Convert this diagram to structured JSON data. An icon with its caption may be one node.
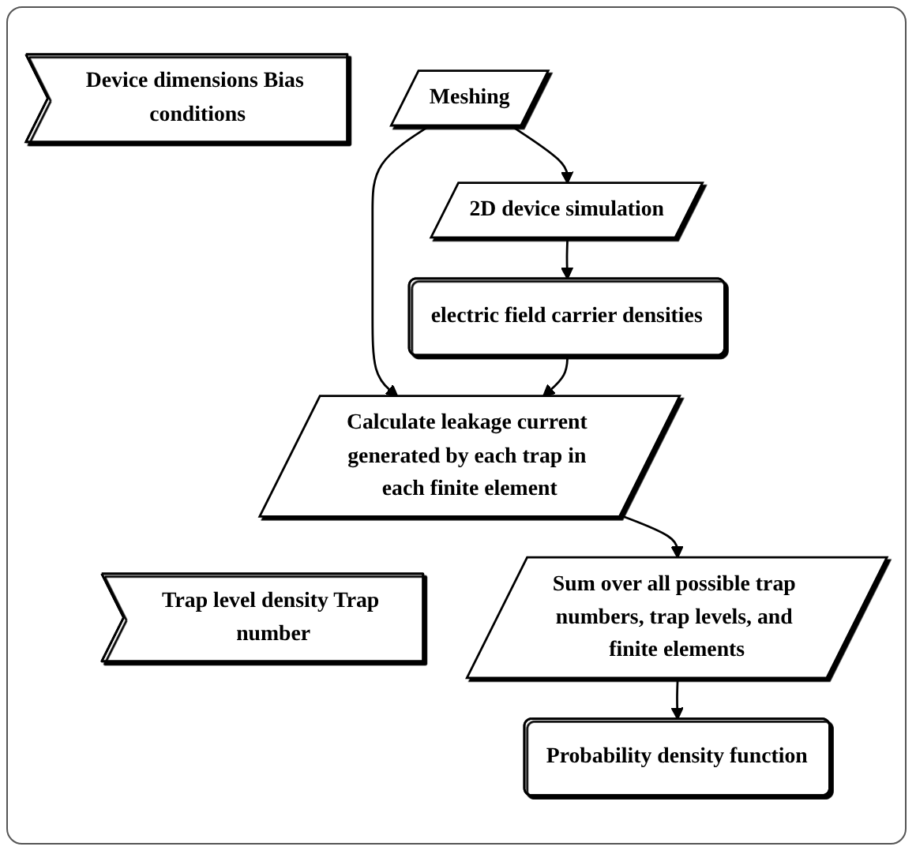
{
  "diagram": {
    "nodes": [
      {
        "text": [
          "Device dimensions Bias conditions"
        ]
      },
      {
        "text": [
          "Meshing"
        ]
      },
      {
        "text": [
          "2D device simulation"
        ]
      },
      {
        "text": [
          "electric field carrier densities"
        ]
      },
      {
        "text": [
          "Calculate leakage current generated by each trap in each finite element"
        ]
      },
      {
        "text": [
          "Trap level density Trap number"
        ]
      },
      {
        "text": [
          "Sum over all possible trap numbers, trap levels, and finite elements"
        ]
      },
      {
        "text": [
          "Probability density function"
        ]
      }
    ],
    "edges": [
      {
        "from": 1,
        "to": 4,
        "arrow": "to"
      },
      {
        "from": 1,
        "to": 2,
        "arrow": "to"
      },
      {
        "from": 2,
        "to": 3,
        "arrow": "to"
      },
      {
        "from": 3,
        "to": 4,
        "arrow": "to"
      },
      {
        "from": 4,
        "to": 6,
        "arrow": "to"
      },
      {
        "from": 6,
        "to": 7,
        "arrow": "to"
      }
    ]
  }
}
